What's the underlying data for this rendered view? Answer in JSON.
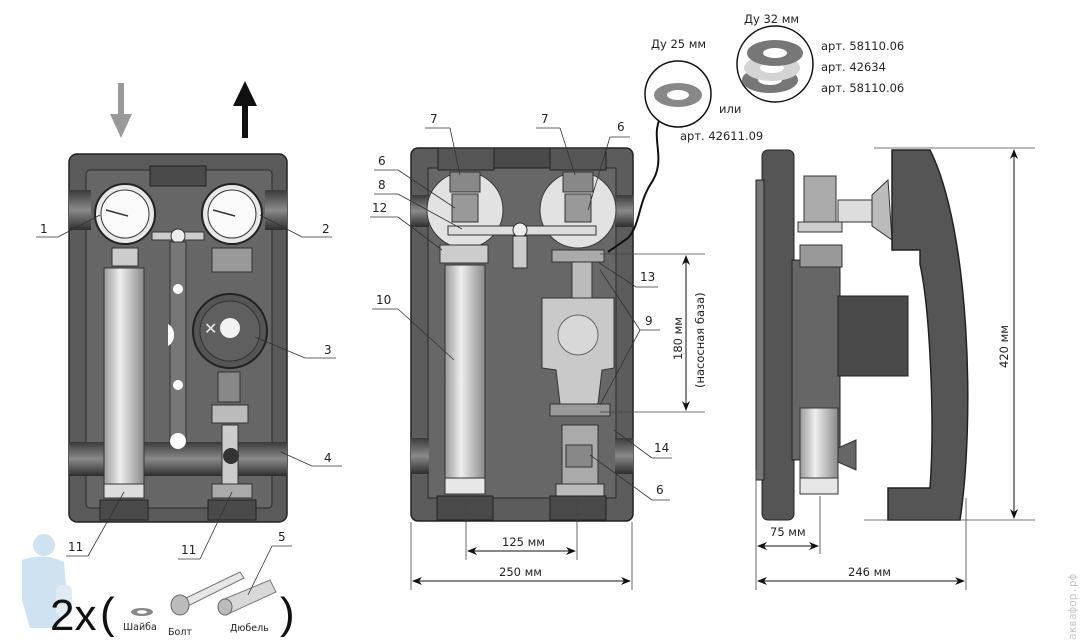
{
  "diagram": {
    "title": "Насосная группа — монтажные размеры",
    "flow_arrows": {
      "supply": "down",
      "return": "up"
    },
    "front_view": {
      "callouts": [
        "1",
        "2",
        "3",
        "4",
        "5",
        "11",
        "11"
      ]
    },
    "section_view": {
      "callouts": [
        "7",
        "7",
        "6",
        "6",
        "8",
        "12",
        "10",
        "13",
        "9",
        "14",
        "6"
      ],
      "dims": {
        "pump_base": "180 мм",
        "pump_base_note": "(насосная база)",
        "axis_distance": "125 мм",
        "width": "250 мм"
      }
    },
    "side_view": {
      "dims": {
        "height": "420 мм",
        "offset": "75 мм",
        "depth": "246 мм"
      }
    },
    "gaskets": {
      "dn25_label": "Ду 25 мм",
      "dn25_art": "арт. 42611.09",
      "or_label": "или",
      "dn32_label": "Ду 32 мм",
      "dn32_arts": [
        "арт. 58110.06",
        "арт. 42634",
        "арт. 58110.06"
      ]
    },
    "mounting_kit": {
      "multiplier": "2x",
      "open_paren": "(",
      "close_paren": ")",
      "items": [
        "Шайба",
        "Болт",
        "Дюбель"
      ]
    },
    "watermark": "аквафор.рф"
  }
}
